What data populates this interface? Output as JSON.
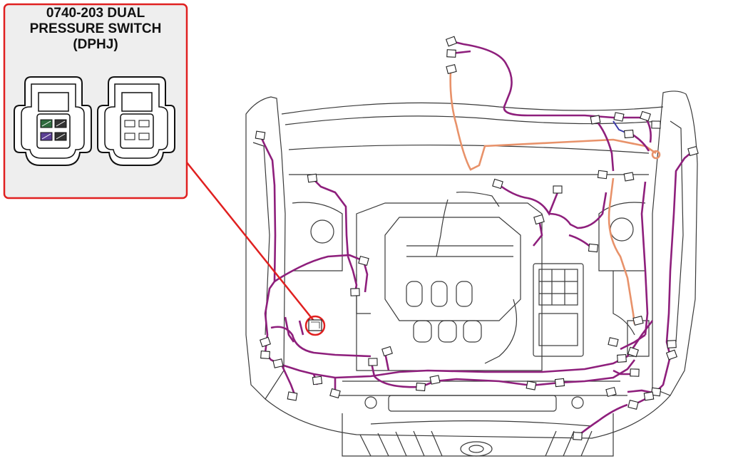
{
  "callout": {
    "line1": "0740-203 DUAL",
    "line2": "PRESSURE SWITCH",
    "line3": "(DPHJ)"
  },
  "colors": {
    "callout_border": "#e02020",
    "callout_fill": "#eeeeee",
    "leader_line": "#e02020",
    "harness_main": "#8e1f7c",
    "harness_secondary": "#e8926a",
    "harness_blue": "#3a3aa8",
    "line_art": "#3a3a3a",
    "pin_green": "#2f6b3e",
    "pin_purple": "#5b3f94"
  },
  "icons": {
    "connector_female": "connector-female-icon",
    "connector_male": "connector-male-icon"
  }
}
